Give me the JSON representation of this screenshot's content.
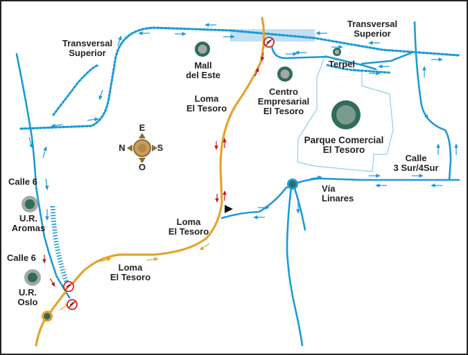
{
  "labels": {
    "transversal_superior_left": "Transversal\nSuperior",
    "transversal_superior_right": "Transversal\nSuperior",
    "mall_del_este": "Mall\ndel Este",
    "loma_el_tesoro_top": "Loma\nEl Tesoro",
    "centro_empresarial": "Centro\nEmpresarial\nEl Tesoro",
    "terpel": "Terpel",
    "parque_comercial": "Parque Comercial\nEl Tesoro",
    "calle_3_sur": "Calle\n3 Sur/4Sur",
    "via_linares": "Vía\nLinares",
    "loma_el_tesoro_mid": "Loma\nEl Tesoro",
    "loma_el_tesoro_bottom": "Loma\nEl Tesoro",
    "calle_6_top": "Calle 6",
    "ur_aromas": "U.R.\nAromas",
    "calle_6_bottom": "Calle 6",
    "ur_oslo": "U.R.\nOslo"
  },
  "compass": {
    "north": "N",
    "south": "S",
    "east": "E",
    "west": "O"
  },
  "colors": {
    "road_blue": "#1b9ad6",
    "loma_orange": "#e5a32a",
    "landmark_green": "#2e6e57",
    "landmark_ring": "#a7a7a7",
    "no_entry_red": "#d42020",
    "dir_arrow_red": "#c41b1b",
    "compass_gold": "#b08946"
  },
  "icons": [
    "landmark-icon",
    "no-entry-icon",
    "compass-icon",
    "direction-arrow-icon"
  ]
}
